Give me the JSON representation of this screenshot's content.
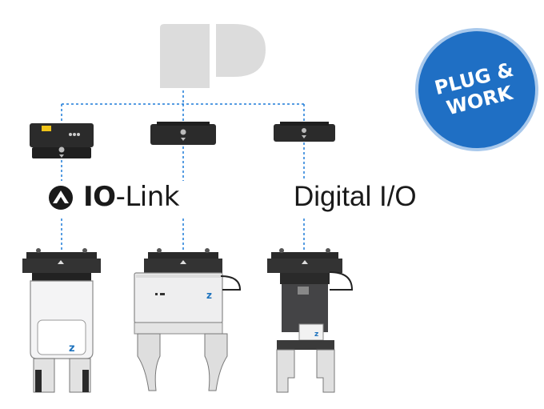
{
  "badge": {
    "line1": "PLUG &",
    "line2": "WORK"
  },
  "labels": {
    "io_link_bold": "IO",
    "io_link_rest": "-Link",
    "digital_io": "Digital I/O"
  },
  "colors": {
    "dotted_line": "#1d7bd8",
    "badge": "#1f6fc4",
    "badge_ring": "#a9c9ec",
    "robot_icon": "#dcdcdc",
    "module": "#2b2b2b",
    "gripper_body": "#3a3a3a",
    "gripper_housing": "#e9e9ea",
    "logo_accent": "#1e73be"
  },
  "icons": {
    "robot": "robot-arm-icon",
    "io_link": "io-link-logo-icon",
    "zimmer": "zimmer-logo-icon"
  }
}
